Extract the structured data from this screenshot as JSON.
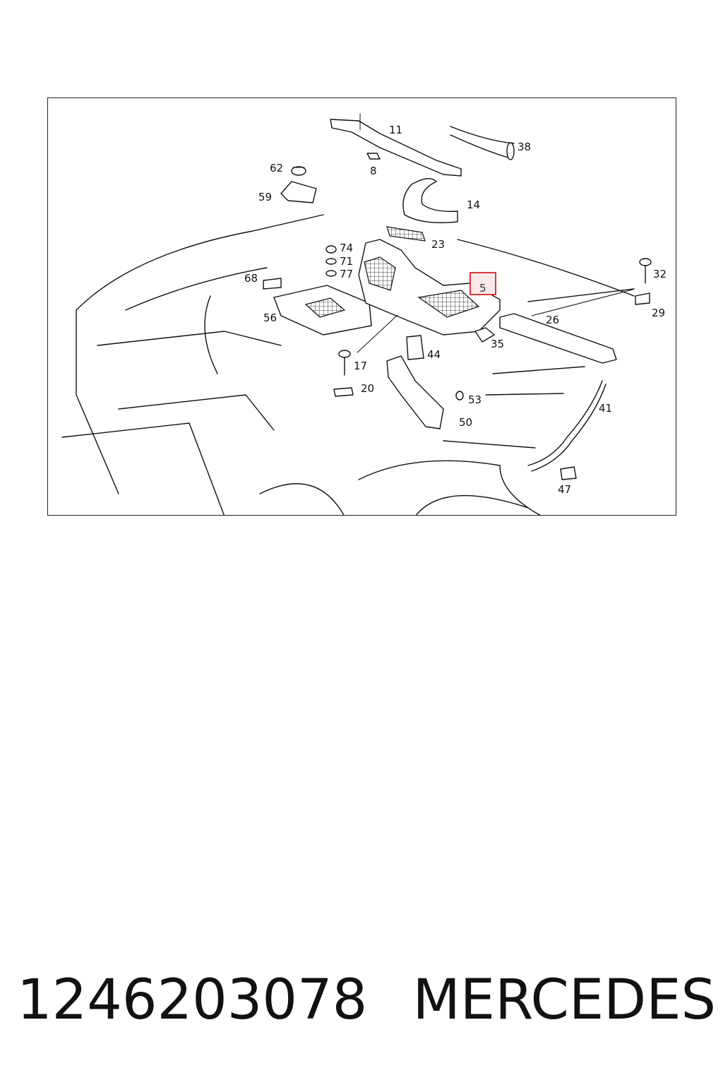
{
  "diagram": {
    "highlighted_part": "5",
    "labels": {
      "p11": "11",
      "p38": "38",
      "p8": "8",
      "p62": "62",
      "p59": "59",
      "p14": "14",
      "p23": "23",
      "p74": "74",
      "p71": "71",
      "p77": "77",
      "p68": "68",
      "p5": "5",
      "p32": "32",
      "p29": "29",
      "p26": "26",
      "p56": "56",
      "p35": "35",
      "p44": "44",
      "p17": "17",
      "p20": "20",
      "p53": "53",
      "p41": "41",
      "p50": "50",
      "p47": "47"
    }
  },
  "caption": {
    "part_number": "1246203078",
    "brand": "MERCEDES"
  },
  "colors": {
    "highlight_border": "#d63a3a",
    "highlight_fill": "#fbe9e9",
    "line": "#111111"
  }
}
